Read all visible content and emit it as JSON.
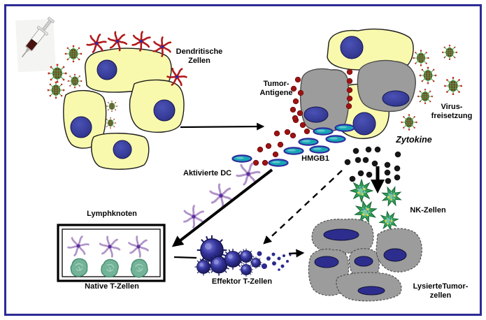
{
  "diagram": {
    "description": "Schema onkolytische Virotherapie / Immunantwort",
    "border_color": "#2b2b96",
    "labels": {
      "dendritic_cells": "Dendritische Zellen",
      "tumor_antigens": "Tumor-Antigene",
      "virus_release": "Virus-freisetzung",
      "cytokines": "Zytokine",
      "hmgb1": "HMGB1",
      "activated_dc": "Aktivierte DC",
      "lymph_node": "Lymphknoten",
      "naive_t_cells": "Native T-Zellen",
      "effector_t_cells": "Effektor T-Zellen",
      "nk_cells": "NK-Zellen",
      "lysed_tumor_cells": "LysierteTumor-zellen"
    },
    "colors": {
      "tumor_cell_yellow": "#f9f9ae",
      "cell_nucleus_blue": "#333a9e",
      "infected_cell_gray": "#9c9c9c",
      "dendritic_cell_red": "#b21a1a",
      "activated_dc_purple": "#b093c9",
      "hmgb1_teal": "#18a7b5",
      "antigen_red": "#9e1212",
      "cytokine_black": "#161616",
      "nk_cell_green": "#2f9e58",
      "effector_t_blue": "#25258a",
      "naive_t_green": "#74b399"
    },
    "icons": {
      "syringe": "syringe-icon",
      "virus": "virus-icon",
      "red_star": "dendritic-cell-icon",
      "purple_star": "activated-dc-icon",
      "nk": "nk-cell-icon",
      "effector": "effector-t-cell-icon",
      "naive_t": "naive-t-cell-icon",
      "hmgb1": "hmgb1-molecule-icon"
    }
  }
}
